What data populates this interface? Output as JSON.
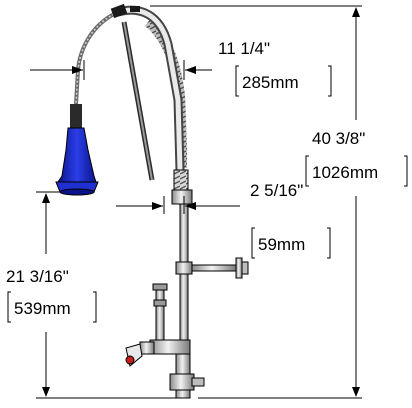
{
  "dimensions": {
    "reach": {
      "imperial": "11 1/4\"",
      "metric": "285mm"
    },
    "height": {
      "imperial": "40 3/8\"",
      "metric": "1026mm"
    },
    "offset": {
      "imperial": "2 5/16\"",
      "metric": "59mm"
    },
    "spray_height": {
      "imperial": "21 3/16\"",
      "metric": "539mm"
    }
  },
  "colors": {
    "line": "#000000",
    "spray_valve": "#1f2fd0",
    "spray_valve_dark": "#0a148a",
    "metal_light": "#e6e6e6",
    "metal_mid": "#b8b8b8",
    "metal_dark": "#6e6e6e",
    "handle_red": "#c81e1e"
  }
}
